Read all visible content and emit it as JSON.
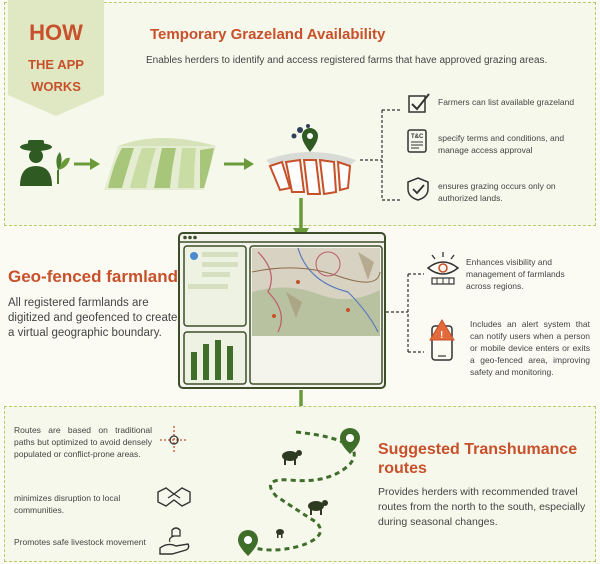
{
  "banner": {
    "line1": "HOW",
    "line2": "THE APP",
    "line3": "WORKS"
  },
  "section1": {
    "title": "Temporary Grazeland Availability",
    "description": "Enables herders to identify and access registered farms that have approved grazing areas.",
    "features": [
      {
        "icon": "checklist-icon",
        "text": "Farmers can list available grazeland"
      },
      {
        "icon": "terms-document-icon",
        "text": "specify terms and conditions, and manage access approval"
      },
      {
        "icon": "shield-check-icon",
        "text": "ensures grazing occurs only on authorized lands."
      }
    ]
  },
  "section2": {
    "title": "Geo-fenced farmlands",
    "description": "All registered farmlands are digitized and geofenced to create a virtual geographic boundary.",
    "features": [
      {
        "icon": "eye-monitoring-icon",
        "text": "Enhances visibility and management of farmlands across regions."
      },
      {
        "icon": "phone-alert-icon",
        "text": "Includes an alert system that can notify users when a person or mobile device enters or exits a geo-fenced area, improving safety and monitoring."
      }
    ]
  },
  "section3": {
    "title": "Suggested Transhumance routes",
    "description": "Provides herders with recommended travel routes from the north to the south, especially during seasonal changes.",
    "features": [
      {
        "icon": "route-crosshair-icon",
        "text": "Routes are based on traditional paths but optimized to avoid densely populated or conflict-prone areas."
      },
      {
        "icon": "handshake-icon",
        "text": "minimizes disruption to local communities."
      },
      {
        "icon": "livestock-care-icon",
        "text": "Promotes safe livestock movement"
      }
    ]
  },
  "colors": {
    "accent": "#c8502a",
    "green": "#4a7a2e",
    "light_green": "#b6cc6a",
    "frame": "#3d4f2a"
  }
}
